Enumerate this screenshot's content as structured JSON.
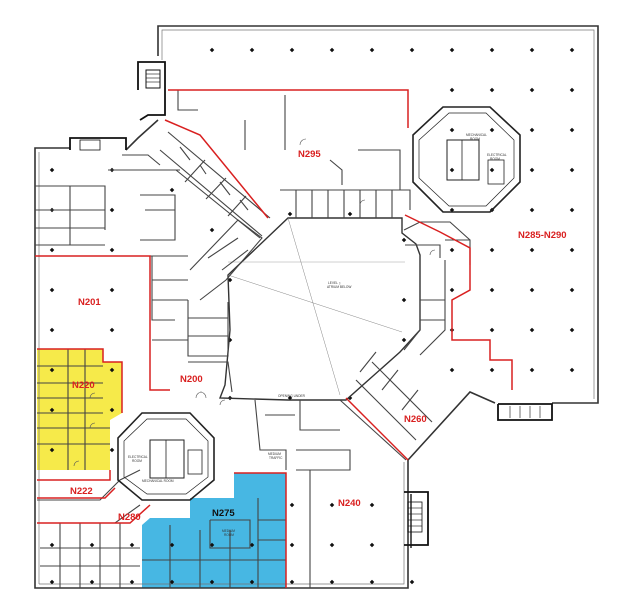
{
  "floor_plan": {
    "colors": {
      "wall": "#333333",
      "suite_boundary": "#d92020",
      "column": "#111111",
      "highlight_yellow": "#f6ea4a",
      "highlight_blue": "#47b7e3",
      "label_red": "#d92020",
      "label_dark": "#111111"
    },
    "rooms": [
      {
        "id": "N201",
        "label": "N201",
        "highlight": "none"
      },
      {
        "id": "N200",
        "label": "N200",
        "highlight": "none"
      },
      {
        "id": "N220",
        "label": "N220",
        "highlight": "yellow"
      },
      {
        "id": "N222",
        "label": "N222",
        "highlight": "none"
      },
      {
        "id": "N280",
        "label": "N280",
        "highlight": "none"
      },
      {
        "id": "N275",
        "label": "N275",
        "highlight": "blue"
      },
      {
        "id": "N240",
        "label": "N240",
        "highlight": "none"
      },
      {
        "id": "N260",
        "label": "N260",
        "highlight": "none"
      },
      {
        "id": "N295",
        "label": "N295",
        "highlight": "none"
      },
      {
        "id": "N285-N290",
        "label": "N285-N290",
        "highlight": "none"
      }
    ]
  }
}
